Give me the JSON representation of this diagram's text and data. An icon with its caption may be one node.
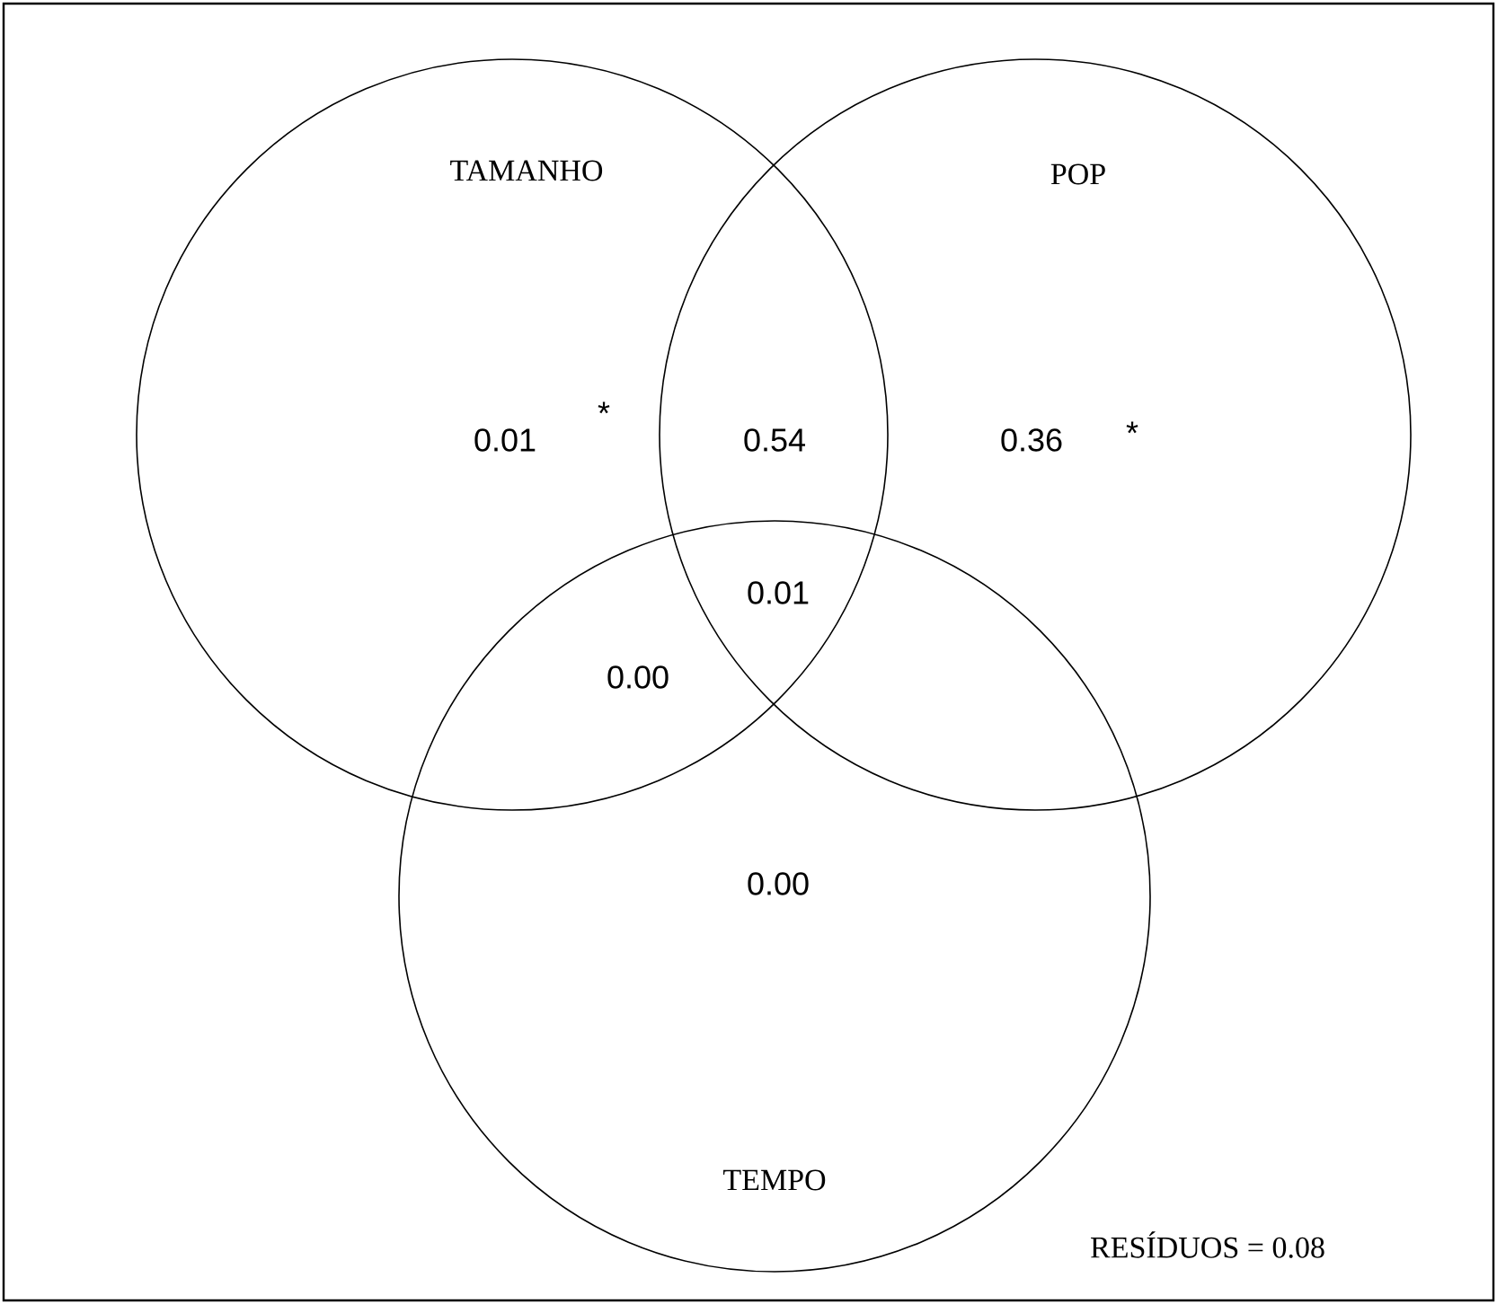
{
  "diagram": {
    "nodes": [
      {
        "text": [
          "TAMANHO"
        ]
      },
      {
        "text": [
          "POP"
        ]
      },
      {
        "text": [
          "TEMPO"
        ]
      }
    ],
    "labels": [
      "0.01",
      "*",
      "0.54",
      "0.36",
      "*",
      "0.01",
      "0.00",
      "0.00",
      "RESÍDUOS = 0.08"
    ]
  }
}
